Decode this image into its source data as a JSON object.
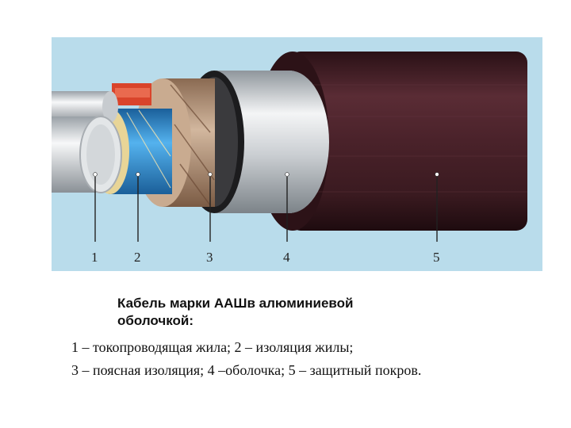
{
  "diagram": {
    "layer_labels": [
      "1",
      "2",
      "3",
      "4",
      "5"
    ]
  },
  "caption": {
    "line1": "Кабель марки ААШв алюминиевой",
    "line2": "оболочкой:"
  },
  "legend": {
    "line1": "1 – токопроводящая жила; 2 – изоляция жилы;",
    "line2": "3 – поясная изоляция; 4 –оболочка; 5 – защитный покров."
  },
  "colors": {
    "background": "#b9dceb",
    "protective_cover": "#3e1d24",
    "sheath": "#d6d9dc",
    "belt_insulation": "#b7967a",
    "core_insulation_blue": "#2e8fd4",
    "core_insulation_red": "#d9442b",
    "conductor": "#cfd3d6"
  }
}
